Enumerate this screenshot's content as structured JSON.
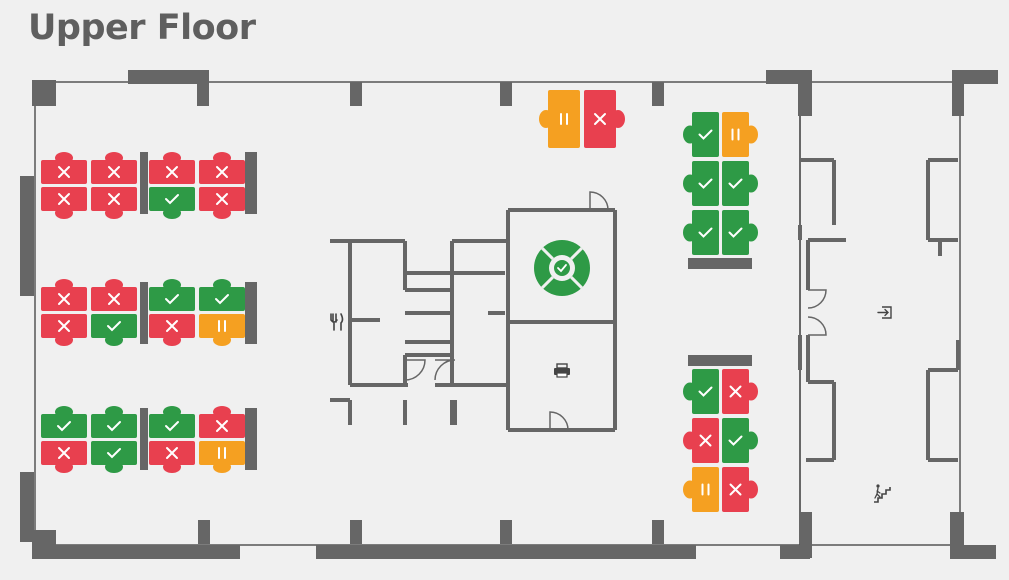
{
  "title": "Upper Floor",
  "colors": {
    "available": "#2e9a46",
    "occupied": "#e8404f",
    "paused": "#f5a021",
    "wall": "#666666",
    "floor": "#f0f0f0"
  },
  "legend_semantics": {
    "check": "available",
    "cross": "occupied",
    "pause": "paused"
  },
  "desk_groups": [
    {
      "id": "left-top-a",
      "orientation": "vertical-chairs",
      "desks": [
        "occupied",
        "occupied",
        "occupied",
        "occupied"
      ]
    },
    {
      "id": "left-top-b",
      "orientation": "vertical-chairs",
      "desks": [
        "occupied",
        "occupied",
        "available",
        "occupied"
      ]
    },
    {
      "id": "left-mid-a",
      "orientation": "vertical-chairs",
      "desks": [
        "occupied",
        "occupied",
        "occupied",
        "available"
      ]
    },
    {
      "id": "left-mid-b",
      "orientation": "vertical-chairs",
      "desks": [
        "available",
        "available",
        "occupied",
        "paused"
      ]
    },
    {
      "id": "left-bot-a",
      "orientation": "vertical-chairs",
      "desks": [
        "available",
        "available",
        "occupied",
        "available"
      ]
    },
    {
      "id": "left-bot-b",
      "orientation": "vertical-chairs",
      "desks": [
        "available",
        "occupied",
        "occupied",
        "paused"
      ]
    },
    {
      "id": "top-center",
      "orientation": "horizontal-chairs",
      "desks": [
        "paused",
        "occupied"
      ]
    },
    {
      "id": "right-top",
      "orientation": "horizontal-chairs",
      "desks": [
        "available",
        "paused",
        "available",
        "available",
        "available",
        "available"
      ]
    },
    {
      "id": "right-bottom",
      "orientation": "horizontal-chairs",
      "desks": [
        "available",
        "occupied",
        "occupied",
        "available",
        "paused",
        "occupied"
      ]
    }
  ],
  "round_table": {
    "status": "available"
  },
  "facilities": [
    {
      "name": "kitchen",
      "icon": "fork-knife-icon",
      "glyph": "🍴"
    },
    {
      "name": "printer",
      "icon": "printer-icon",
      "glyph": "🖶"
    },
    {
      "name": "exit",
      "icon": "exit-icon",
      "glyph": "⎆"
    },
    {
      "name": "stairs",
      "icon": "stairs-icon",
      "glyph": "⛶"
    }
  ]
}
